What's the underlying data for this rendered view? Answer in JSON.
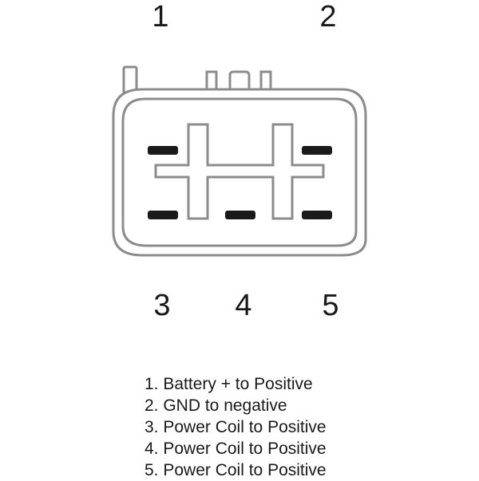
{
  "pins": [
    "1",
    "2",
    "3",
    "4",
    "5"
  ],
  "legend": [
    "1. Battery + to Positive",
    "2. GND to negative",
    "3. Power Coil to Positive",
    "4. Power Coil to Positive",
    "5. Power Coil to Positive"
  ],
  "colors": {
    "outline": "#8c8c8c",
    "terminal": "#1a1a1a",
    "text": "#1a1a1a"
  }
}
